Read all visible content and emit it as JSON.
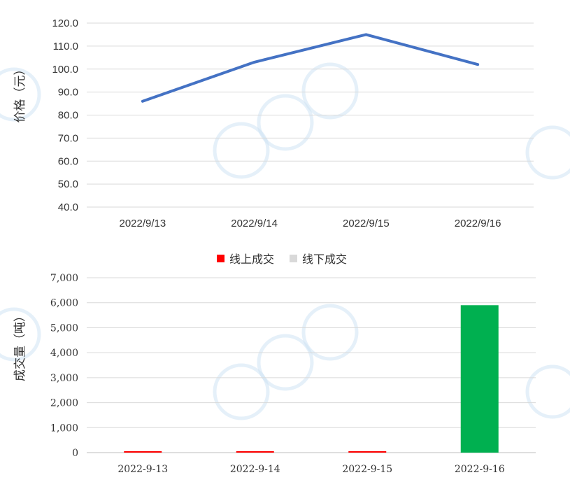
{
  "chart_data": [
    {
      "type": "line",
      "categories": [
        "2022/9/13",
        "2022/9/14",
        "2022/9/15",
        "2022/9/16"
      ],
      "series": [
        {
          "values": [
            86,
            103,
            115,
            102
          ],
          "color": "#4472c4"
        }
      ],
      "ylabel": "价格（元）",
      "ylim": [
        40,
        120
      ],
      "yticks": [
        "40.0",
        "50.0",
        "60.0",
        "70.0",
        "80.0",
        "90.0",
        "100.0",
        "110.0",
        "120.0"
      ],
      "grid": true
    },
    {
      "type": "bar",
      "categories": [
        "2022-9-13",
        "2022-9-14",
        "2022-9-15",
        "2022-9-16"
      ],
      "series": [
        {
          "name": "线上成交",
          "values": [
            50,
            50,
            50,
            0
          ],
          "color": "#ff0000"
        },
        {
          "name": "线下成交",
          "values": [
            0,
            0,
            0,
            5900
          ],
          "color": "#00b050"
        }
      ],
      "legend_colors": {
        "线上成交": "#ff0000",
        "线下成交": "#d9d9d9"
      },
      "ylabel": "成交量（吨）",
      "ylim": [
        0,
        7000
      ],
      "yticks": [
        "0",
        "1,000",
        "2,000",
        "3,000",
        "4,000",
        "5,000",
        "6,000",
        "7,000"
      ],
      "legend_position": "top",
      "grid": true
    }
  ]
}
